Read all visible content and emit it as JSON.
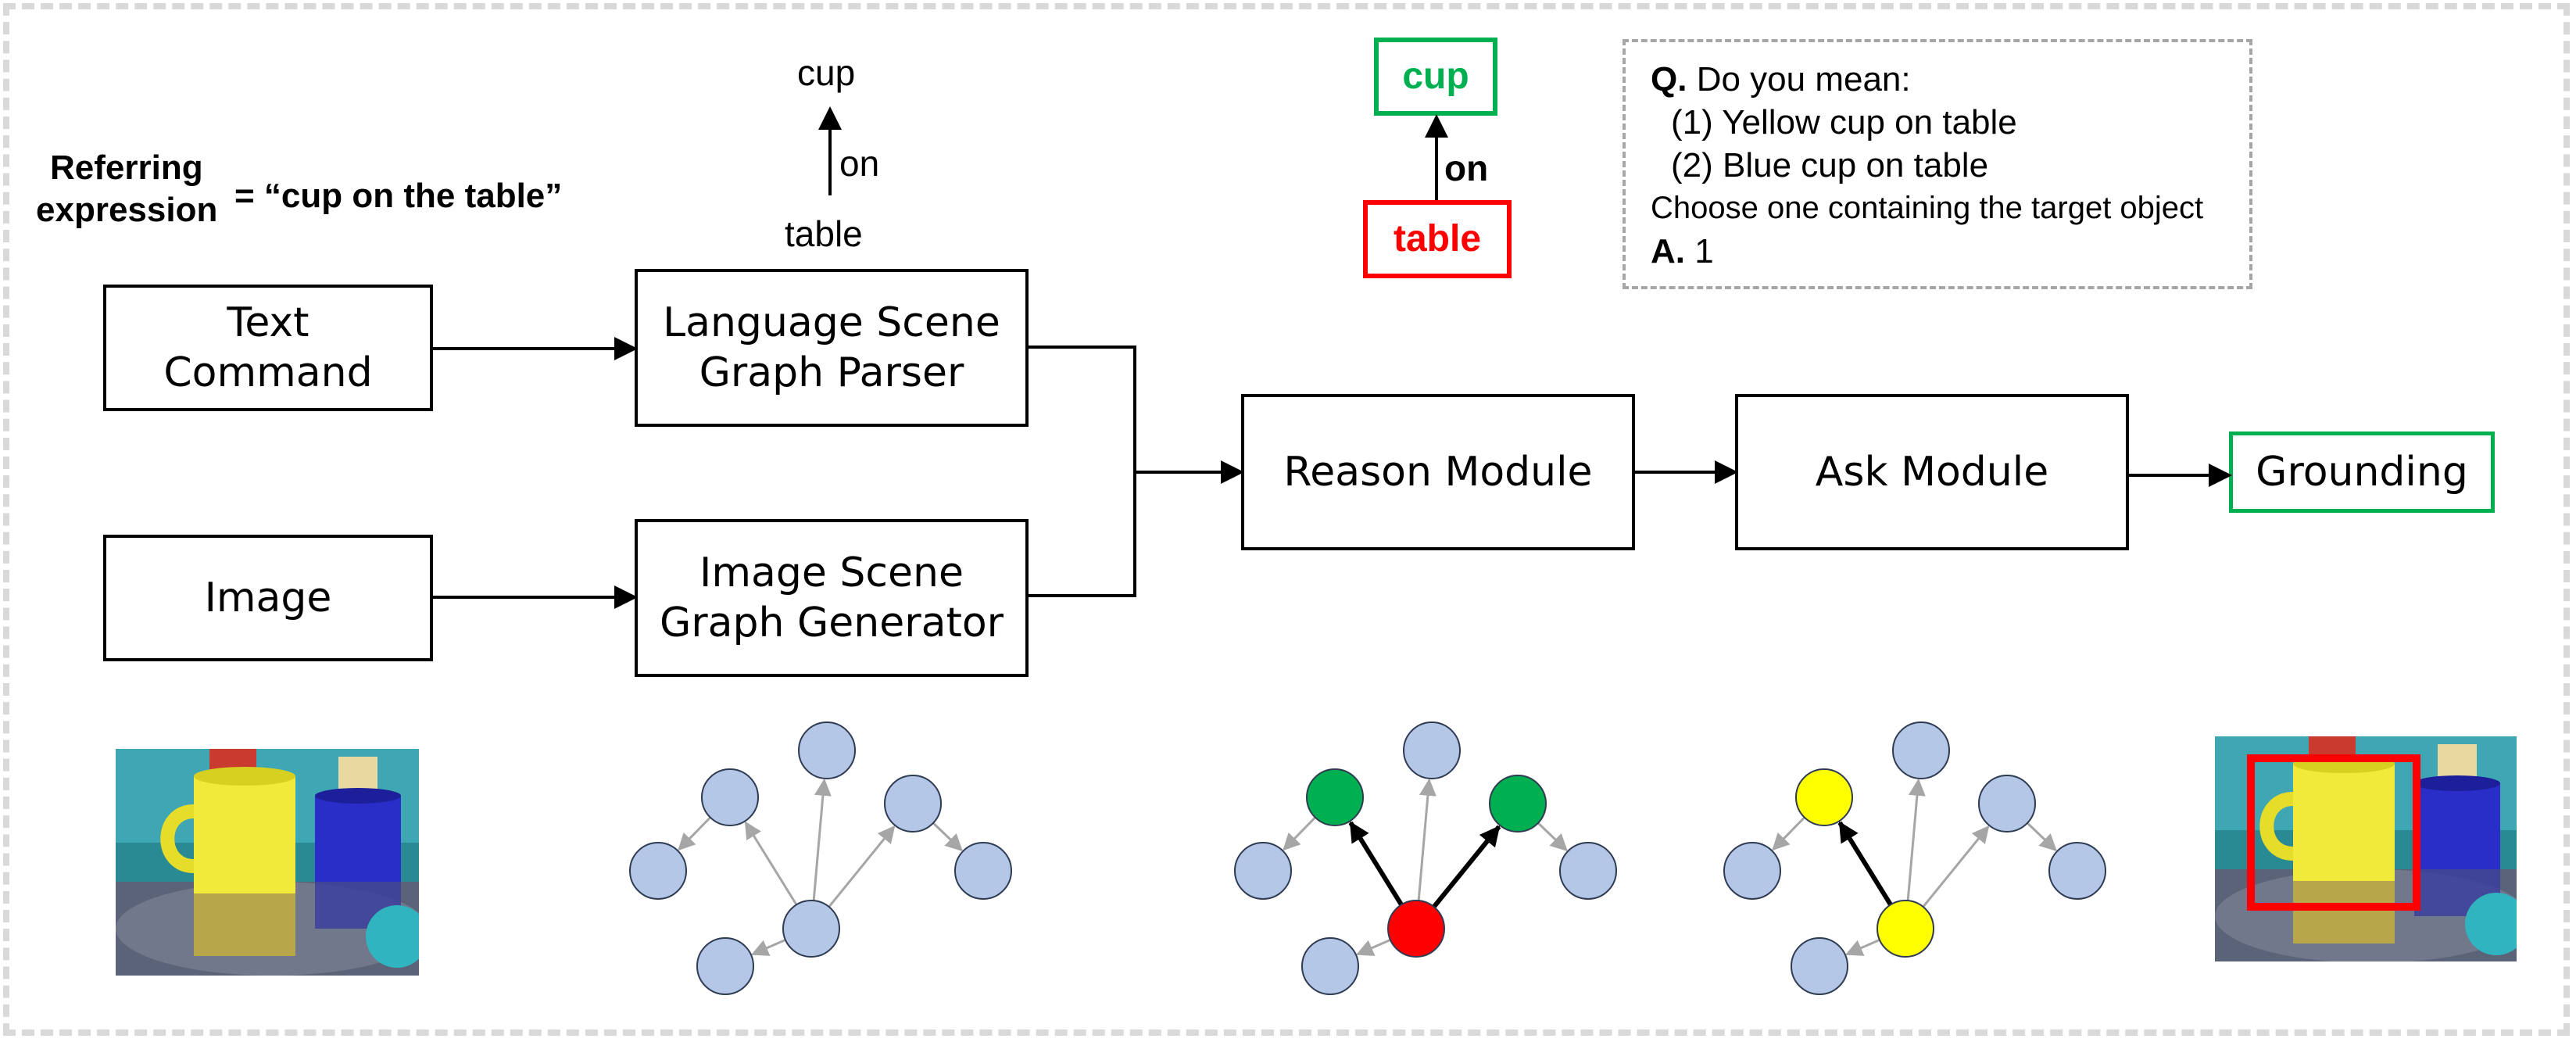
{
  "referring": {
    "label_line1": "Referring",
    "label_line2": "expression",
    "value": "= “cup on the table”"
  },
  "parse_graph": {
    "top": "cup",
    "relation": "on",
    "bottom": "table"
  },
  "colored_graph": {
    "top": "cup",
    "relation": "on",
    "bottom": "table",
    "top_color": "#00b050",
    "bottom_color": "#ff0000"
  },
  "question": {
    "q_label": "Q.",
    "q_text": "Do you mean:",
    "option1": "(1) Yellow cup on table",
    "option2": "(2) Blue cup on table",
    "instruction": "Choose one containing the target object",
    "a_label": "A.",
    "a_text": "1"
  },
  "modules": {
    "text_command_line1": "Text",
    "text_command_line2": "Command",
    "image": "Image",
    "parser_line1": "Language Scene",
    "parser_line2": "Graph Parser",
    "generator_line1": "Image Scene",
    "generator_line2": "Graph Generator",
    "reason": "Reason Module",
    "ask": "Ask Module",
    "grounding": "Grounding",
    "grounding_color": "#00b050"
  },
  "graph_colors": {
    "default_node": "#b4c7e7",
    "target_node": "#00b050",
    "anchor_node": "#ff0000",
    "candidate_node": "#ffff00",
    "edge_light": "#a6a6a6",
    "edge_dark": "#000000"
  },
  "grounding_box_color": "#ff0000"
}
